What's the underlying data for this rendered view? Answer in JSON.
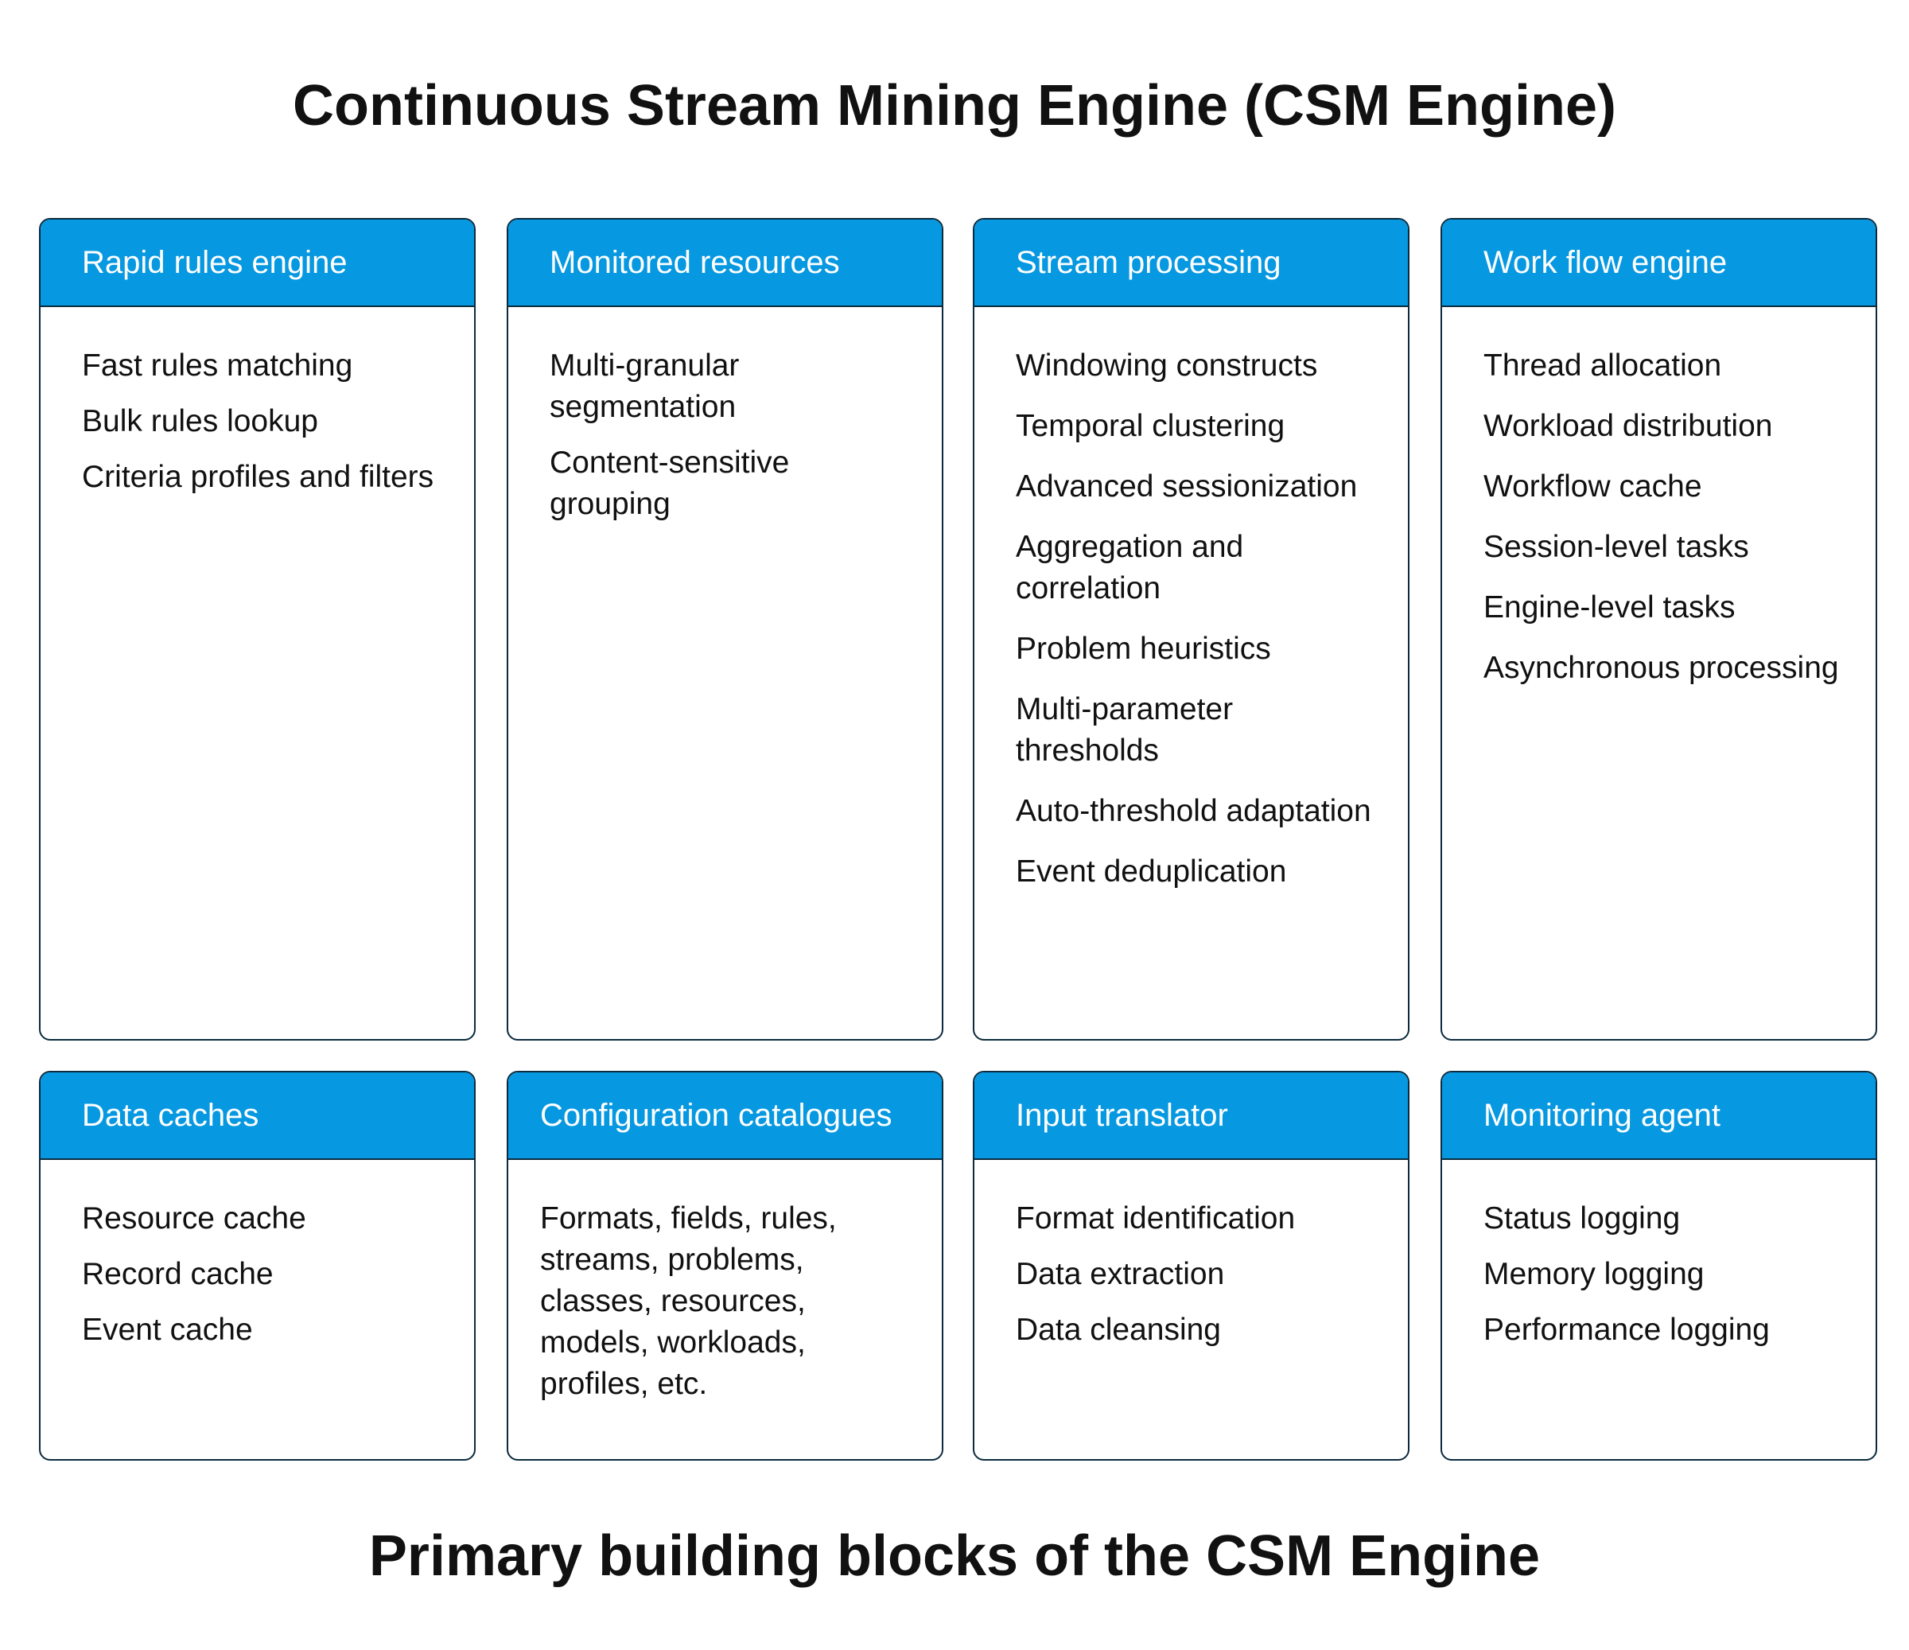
{
  "title": "Continuous Stream Mining Engine (CSM Engine)",
  "caption": "Primary building blocks of the CSM Engine",
  "colors": {
    "header": "#0698e0",
    "border": "#0c2b3e"
  },
  "blocks": [
    {
      "title": "Rapid rules engine",
      "items": [
        "Fast rules matching",
        "Bulk rules lookup",
        "Criteria profiles and filters"
      ]
    },
    {
      "title": "Monitored resources",
      "items": [
        "Multi-granular segmentation",
        "Content-sensitive grouping"
      ]
    },
    {
      "title": "Stream processing",
      "items": [
        "Windowing constructs",
        "Temporal clustering",
        "Advanced sessionization",
        "Aggregation and correlation",
        "Problem heuristics",
        "Multi-parameter thresholds",
        "Auto-threshold adaptation",
        "Event deduplication"
      ]
    },
    {
      "title": "Work flow engine",
      "items": [
        "Thread allocation",
        "Workload distribution",
        "Workflow cache",
        "Session-level tasks",
        "Engine-level tasks",
        "Asynchronous processing"
      ]
    },
    {
      "title": "Data caches",
      "items": [
        "Resource cache",
        "Record cache",
        "Event cache"
      ]
    },
    {
      "title": "Configuration catalogues",
      "items": [
        "Formats, fields, rules, streams, problems, classes, resources, models, workloads, profiles, etc."
      ]
    },
    {
      "title": "Input translator",
      "items": [
        "Format identification",
        "Data extraction",
        "Data cleansing"
      ]
    },
    {
      "title": "Monitoring agent",
      "items": [
        "Status logging",
        "Memory logging",
        "Performance logging"
      ]
    }
  ]
}
